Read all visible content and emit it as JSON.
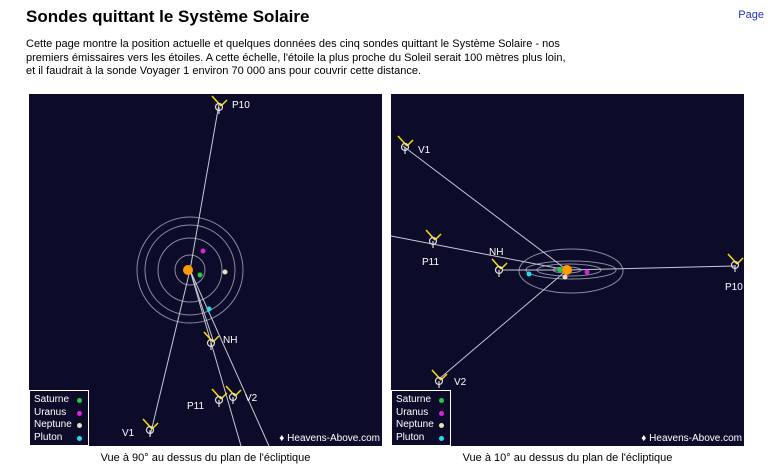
{
  "header": {
    "title": "Sondes quittant le Système Solaire",
    "page_link": "Page"
  },
  "intro": {
    "lines": [
      "Cette page montre la position actuelle et quelques données des cinq sondes quittant le Système Solaire - nos",
      "premiers émissaires vers les étoiles. A cette échelle, l'étoile la plus proche du Soleil serait 100 mètres plus loin,",
      "et il faudrait à la sonde Voyager 1 environ 70 000 ans pour couvrir cette distance."
    ]
  },
  "legend": {
    "items": [
      {
        "label": "Saturne",
        "color": "#22cc44"
      },
      {
        "label": "Uranus",
        "color": "#dd22dd"
      },
      {
        "label": "Neptune",
        "color": "#e8e0c0"
      },
      {
        "label": "Pluton",
        "color": "#22ddee"
      }
    ]
  },
  "credit": "♦ Heavens-Above.com",
  "panels": [
    {
      "caption": "Vue à 90° au dessus du plan de l'écliptique",
      "probes": [
        {
          "label": "P10"
        },
        {
          "label": "NH"
        },
        {
          "label": "V2"
        },
        {
          "label": "P11"
        },
        {
          "label": "V1"
        }
      ]
    },
    {
      "caption": "Vue à 10° au dessus du plan de l'écliptique",
      "probes": [
        {
          "label": "V1"
        },
        {
          "label": "NH"
        },
        {
          "label": "P11"
        },
        {
          "label": "P10"
        },
        {
          "label": "V2"
        }
      ]
    }
  ],
  "colors": {
    "background": "#0c0c2a",
    "sun": "#ff9900",
    "orbit": "#8a8aa0",
    "trajectory": "#c8c8d8",
    "link": "#2233cc"
  }
}
